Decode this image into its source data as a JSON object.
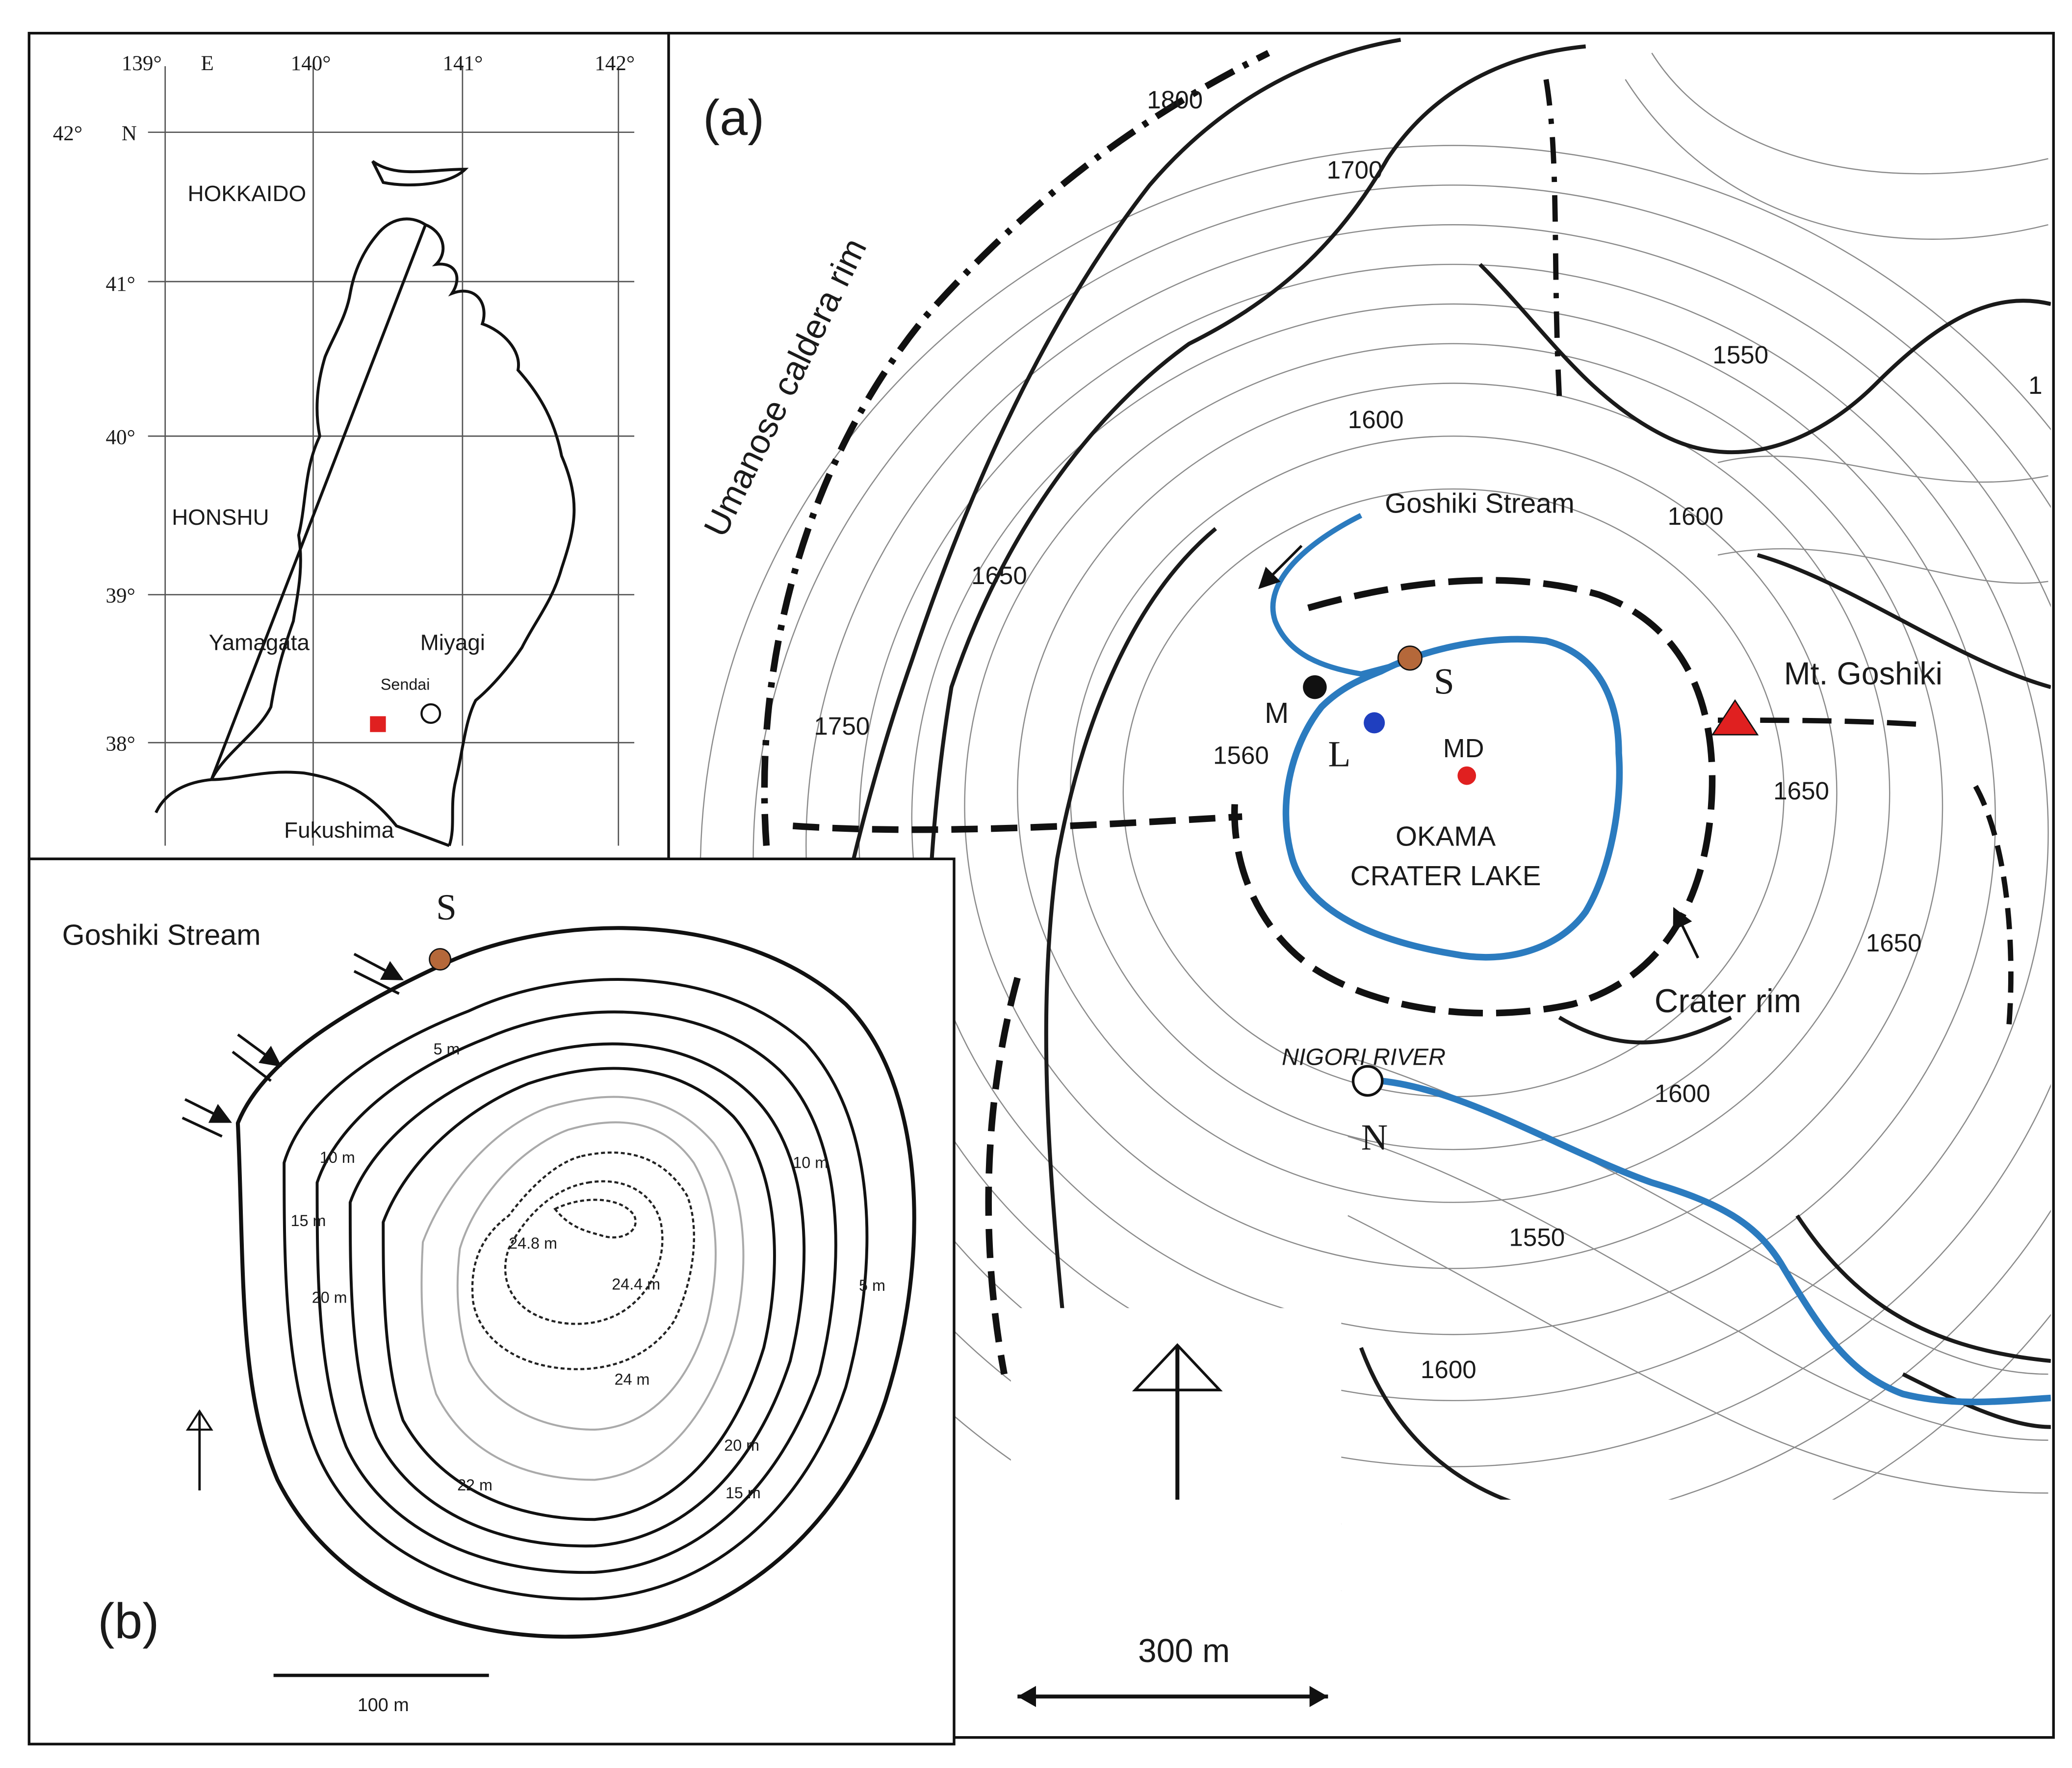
{
  "inset_map": {
    "lon_labels": [
      "139°",
      "E",
      "140°",
      "141°",
      "142°"
    ],
    "lat_labels": [
      "42°",
      "N",
      "41°",
      "40°",
      "39°",
      "38°"
    ],
    "regions": [
      "HOKKAIDO",
      "HONSHU",
      "Yamagata",
      "Miyagi",
      "Sendai",
      "Fukushima"
    ]
  },
  "panel_a": {
    "label": "(a)",
    "caldera_label": "Umanose caldera rim",
    "stream_label": "Goshiki Stream",
    "lake_label_1": "OKAMA",
    "lake_label_2": "CRATER LAKE",
    "peak_label": "Mt. Goshiki",
    "crater_rim_label": "Crater rim",
    "river_label": "NIGORI RIVER",
    "points": {
      "S": "S",
      "M": "M",
      "L": "L",
      "MD": "MD",
      "N": "N"
    },
    "elevations": [
      "1800",
      "1700",
      "1550",
      "1600",
      "1600",
      "1650",
      "1750",
      "1560",
      "1650",
      "1650",
      "1600",
      "1550",
      "1600",
      "1"
    ],
    "scale_label": "300 m",
    "colors": {
      "lake": "#2b7bbf",
      "red_point": "#e02020",
      "blue_point": "#1f3fbf",
      "stream_point": "#b5683a",
      "peak": "#e02020"
    }
  },
  "panel_b": {
    "label": "(b)",
    "stream_label": "Goshiki Stream",
    "point_S": "S",
    "depths": [
      "5 m",
      "10 m",
      "15 m",
      "20 m",
      "10 m",
      "5 m",
      "24.8 m",
      "24.4 m",
      "24 m",
      "22 m",
      "20 m",
      "15 m"
    ],
    "scale_label": "100 m"
  }
}
